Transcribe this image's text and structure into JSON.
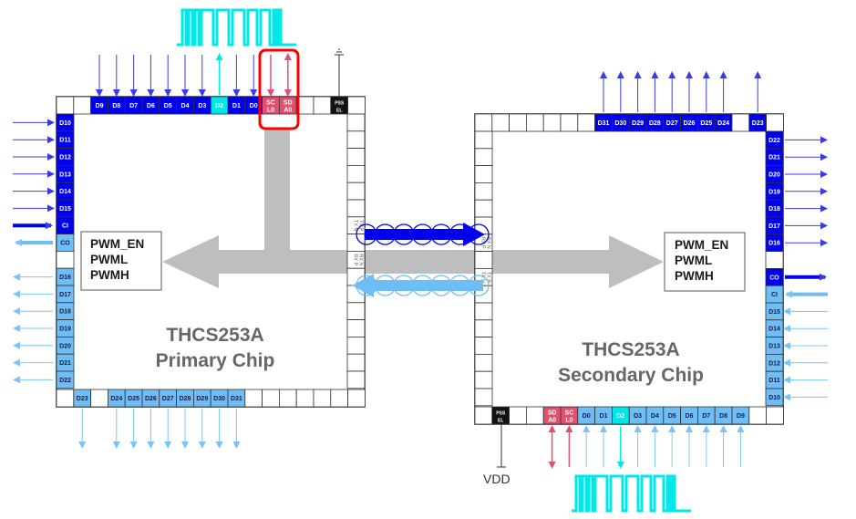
{
  "colors": {
    "dark_blue": "#0000ee",
    "light_blue": "#6fbdf5",
    "cyan": "#00e8e8",
    "pink": "#e2506e",
    "black_pin": "#111111",
    "gray_bus": "#bcbec0",
    "highlight": "#ff0000",
    "arrow_dark": "#3a3ae8",
    "arrow_light": "#7cc4f7"
  },
  "primary": {
    "title_line1": "THCS253A",
    "title_line2": "Primary Chip",
    "pwm": [
      "PWM_EN",
      "PWML",
      "PWMH"
    ],
    "top_pins": [
      "",
      "",
      "D9",
      "D8",
      "D7",
      "D6",
      "D5",
      "D4",
      "D3",
      "D2",
      "D1",
      "D0",
      "SC L0",
      "SD A0",
      "",
      "",
      "PSS EL",
      ""
    ],
    "left_pins": [
      "D10",
      "D11",
      "D12",
      "D13",
      "D14",
      "D15",
      "CI",
      "CO",
      "",
      "D16",
      "D17",
      "D18",
      "D19",
      "D20",
      "D21",
      "D22"
    ],
    "bottom_pins": [
      "",
      "D23",
      "",
      "D24",
      "D25",
      "D26",
      "D27",
      "D28",
      "D29",
      "D30",
      "D31",
      "",
      "",
      "",
      "",
      "",
      "",
      ""
    ],
    "right_pins": [
      "",
      "",
      "",
      "",
      "",
      "",
      "TX N  TX P",
      "",
      "RX P  RX N",
      "",
      "",
      "",
      "",
      "",
      "",
      ""
    ]
  },
  "secondary": {
    "title_line1": "THCS253A",
    "title_line2": "Secondary Chip",
    "pwm": [
      "PWM_EN",
      "PWML",
      "PWMH"
    ],
    "top_pins": [
      "",
      "",
      "",
      "",
      "",
      "",
      "",
      "D31",
      "D30",
      "D29",
      "D28",
      "D27",
      "D26",
      "D25",
      "D24",
      "",
      "D23",
      ""
    ],
    "right_pins": [
      "D22",
      "D21",
      "D20",
      "D19",
      "D18",
      "D17",
      "D16",
      "",
      "CO",
      "CI",
      "D15",
      "D14",
      "D13",
      "D12",
      "D11",
      "D10"
    ],
    "bottom_pins": [
      "",
      "PSS EL",
      "",
      "",
      "SD A0",
      "SC L0",
      "D0",
      "D1",
      "D2",
      "D3",
      "D4",
      "D5",
      "D6",
      "D7",
      "D8",
      "D9",
      "",
      ""
    ],
    "left_pins": [
      "",
      "",
      "",
      "",
      "",
      "",
      "RX P  RX N",
      "",
      "TX N  TX P",
      "",
      "",
      "",
      "",
      "",
      "",
      ""
    ],
    "vdd_label": "VDD"
  }
}
